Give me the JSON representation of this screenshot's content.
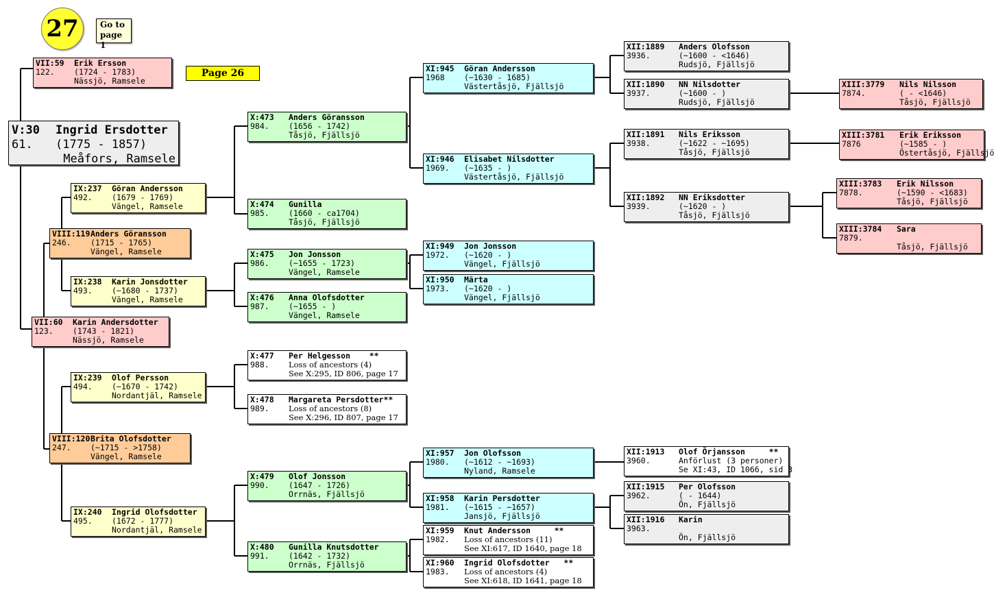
{
  "page_number": "27",
  "goto_link": "Go to page 1",
  "prev_page_link": "Page 26",
  "root": {
    "gen": "V:30",
    "num": "61.",
    "name": "Ingrid Ersdotter",
    "years": "(1775 - 1857)",
    "place": "Meåfors, Ramsele"
  },
  "persons": {
    "vii59": {
      "gen": "VII:59",
      "num": "122.",
      "name": "Erik Ersson",
      "years": "(1724 - 1783)",
      "place": "Nässjö, Ramsele"
    },
    "vii60": {
      "gen": "VII:60",
      "num": "123.",
      "name": "Karin Andersdotter",
      "years": "(1743 - 1821)",
      "place": "Nässjö, Ramsele"
    },
    "viii119": {
      "gen": "VIII:119",
      "num": "246.",
      "name": "Anders Göransson",
      "years": "(1715 - 1765)",
      "place": "Vängel, Ramsele"
    },
    "viii120": {
      "gen": "VIII:120",
      "num": "247.",
      "name": "Brita Olofsdotter",
      "years": "(~1715 - >1758)",
      "place": "Vängel, Ramsele"
    },
    "ix237": {
      "gen": "IX:237",
      "num": "492.",
      "name": "Göran Andersson",
      "years": "(1679 - 1769)",
      "place": "Vängel, Ramsele"
    },
    "ix238": {
      "gen": "IX:238",
      "num": "493.",
      "name": "Karin Jonsdotter",
      "years": "(~1680 - 1737)",
      "place": "Vängel, Ramsele"
    },
    "ix239": {
      "gen": "IX:239",
      "num": "494.",
      "name": "Olof Persson",
      "years": "(~1670 - 1742)",
      "place": "Nordantjäl, Ramsele"
    },
    "ix240": {
      "gen": "IX:240",
      "num": "495.",
      "name": "Ingrid Olofsdotter",
      "years": "(1672 - 1777)",
      "place": "Nordantjäl, Ramsele"
    },
    "x473": {
      "gen": "X:473",
      "num": "984.",
      "name": "Anders Göransson",
      "years": "(1656 - 1742)",
      "place": "Tåsjö, Fjällsjö"
    },
    "x474": {
      "gen": "X:474",
      "num": "985.",
      "name": "Gunilla",
      "years": "(1660 - ca1704)",
      "place": "Tåsjö, Fjällsjö"
    },
    "x475": {
      "gen": "X:475",
      "num": "986.",
      "name": "Jon Jonsson",
      "years": "(~1655 - 1723)",
      "place": "Vängel, Ramsele"
    },
    "x476": {
      "gen": "X:476",
      "num": "987.",
      "name": "Anna Olofsdotter",
      "years": "(~1655 - )",
      "place": "Vängel, Ramsele"
    },
    "x477": {
      "gen": "X:477",
      "num": "988.",
      "name": "Per Helgesson",
      "mark": "**",
      "note1": "Loss of ancestors (4)",
      "note2": "See X:295, ID 806, page 17"
    },
    "x478": {
      "gen": "X:478",
      "num": "989.",
      "name": "Margareta Persdotter",
      "mark": "**",
      "note1": "Loss of ancestors (8)",
      "note2": "See X:296, ID 807, page 17"
    },
    "x479": {
      "gen": "X:479",
      "num": "990.",
      "name": "Olof Jonsson",
      "years": "(1647 - 1726)",
      "place": "Orrnäs, Fjällsjö"
    },
    "x480": {
      "gen": "X:480",
      "num": "991.",
      "name": "Gunilla Knutsdotter",
      "years": "(1642 - 1732)",
      "place": "Orrnäs, Fjällsjö"
    },
    "xi945": {
      "gen": "XI:945",
      "num": "1968",
      "name": "Göran Andersson",
      "years": "(~1630 - 1685)",
      "place": "Västertåsjö, Fjällsjö"
    },
    "xi946": {
      "gen": "XI:946",
      "num": "1969.",
      "name": "Elisabet Nilsdotter",
      "years": "(~1635 - )",
      "place": "Västertåsjö, Fjällsjö"
    },
    "xi949": {
      "gen": "XI:949",
      "num": "1972.",
      "name": "Jon Jonsson",
      "years": "(~1620 - )",
      "place": "Vängel, Fjällsjö"
    },
    "xi950": {
      "gen": "XI:950",
      "num": "1973.",
      "name": "Märta",
      "years": "(~1620 - )",
      "place": "Vängel, Fjällsjö"
    },
    "xi957": {
      "gen": "XI:957",
      "num": "1980.",
      "name": "Jon Olofsson",
      "years": "(~1612 - ~1693)",
      "place": "Nyland, Ramsele"
    },
    "xi958": {
      "gen": "XI:958",
      "num": "1981.",
      "name": "Karin Persdotter",
      "years": "(~1615 - ~1657)",
      "place": "Jansjö, Fjällsjö"
    },
    "xi959": {
      "gen": "XI:959",
      "num": "1982.",
      "name": "Knut Andersson",
      "mark": "**",
      "note1": "Loss of ancestors (11)",
      "note2": "See XI:617, ID 1640, page 18"
    },
    "xi960": {
      "gen": "XI:960",
      "num": "1983.",
      "name": "Ingrid Olofsdotter",
      "mark": "**",
      "note1": "Loss of ancestors (4)",
      "note2": "See XI:618, ID 1641, page 18"
    },
    "xii1889": {
      "gen": "XII:1889",
      "num": "3936.",
      "name": "Anders Olofsson",
      "years": "(~1600 - <1646)",
      "place": "Rudsjö, Fjällsjö"
    },
    "xii1890": {
      "gen": "XII:1890",
      "num": "3937.",
      "name": "NN Nilsdotter",
      "years": "(~1600 - )",
      "place": "Rudsjö, Fjällsjö"
    },
    "xii1891": {
      "gen": "XII:1891",
      "num": "3938.",
      "name": "Nils Eriksson",
      "years": "(~1622 - ~1695)",
      "place": "Tåsjö, Fjällsjö"
    },
    "xii1892": {
      "gen": "XII:1892",
      "num": "3939.",
      "name": "NN Eriksdotter",
      "years": "(~1620 - )",
      "place": "Tåsjö, Fjällsjö"
    },
    "xii1913": {
      "gen": "XII:1913",
      "num": "3960.",
      "name": "Olof Örjansson",
      "mark": "**",
      "note1": "Anförlust (3 personer)",
      "note2": "Se XI:43, ID 1066, sid 3"
    },
    "xii1915": {
      "gen": "XII:1915",
      "num": "3962.",
      "name": "Per Olofsson",
      "years": "( - 1644)",
      "place": "Ön, Fjällsjö"
    },
    "xii1916": {
      "gen": "XII:1916",
      "num": "3963.",
      "name": "Karin",
      "years": "",
      "place": "Ön, Fjällsjö"
    },
    "xiii3779": {
      "gen": "XIII:3779",
      "num": "7874.",
      "name": "Nils Nilsson",
      "years": "( - <1646)",
      "place": "Tåsjö, Fjällsjö"
    },
    "xiii3781": {
      "gen": "XIII:3781",
      "num": "7876",
      "name": "Erik Eriksson",
      "years": "(~1585 - )",
      "place": "Östertåsjö, Fjällsjö"
    },
    "xiii3783": {
      "gen": "XIII:3783",
      "num": "7878.",
      "name": "Erik Nilsson",
      "years": "(~1590 - <1683)",
      "place": "Tåsjö, Fjällsjö"
    },
    "xiii3784": {
      "gen": "XIII:3784",
      "num": "7879.",
      "name": "Sara",
      "years": "",
      "place": "Tåsjö, Fjällsjö"
    }
  }
}
